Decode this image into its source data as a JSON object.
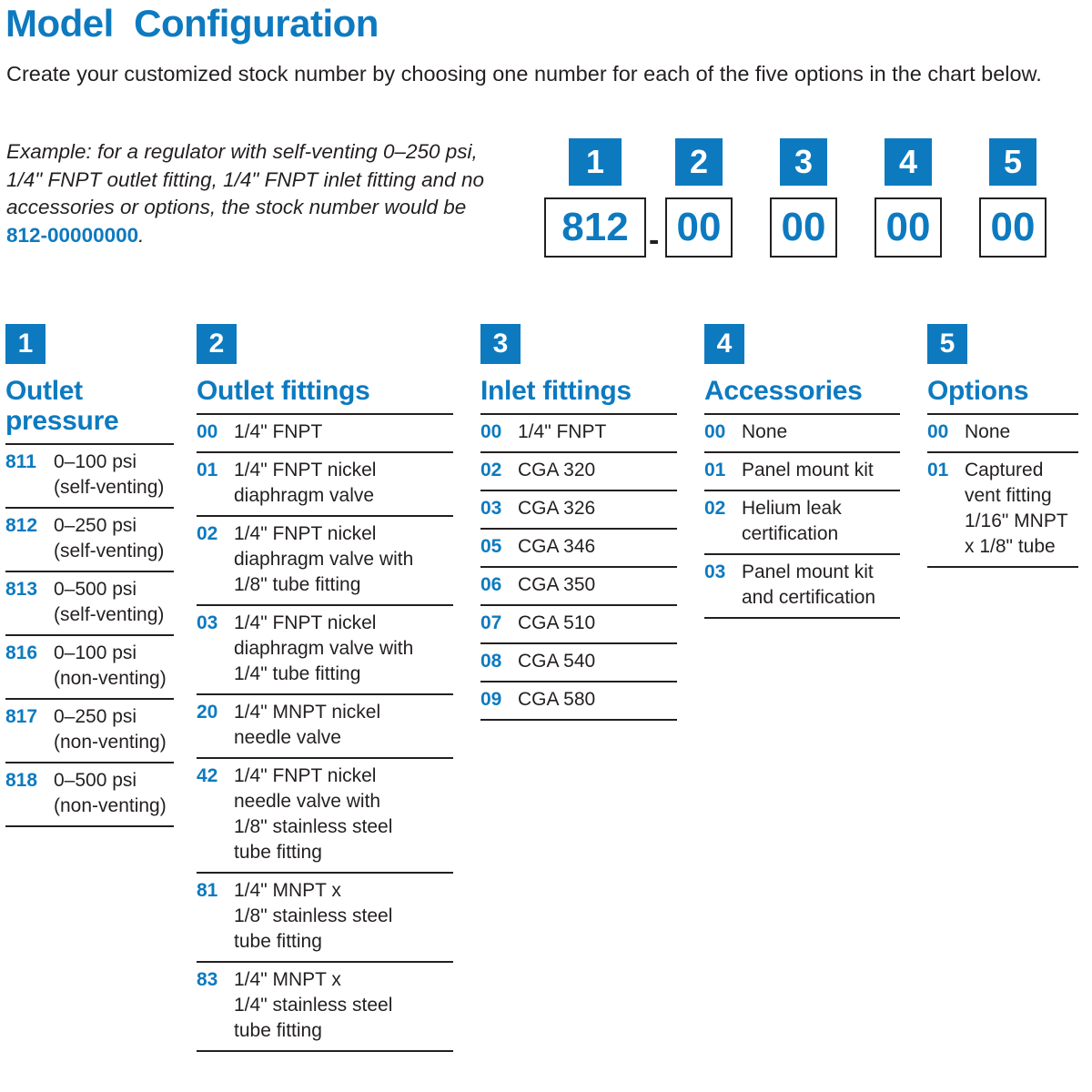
{
  "header": {
    "title": "Model  Configuration",
    "intro": "Create your customized stock number by choosing one number for each of the five options in the chart below.",
    "example_prefix": "Example: for a regulator with self-venting 0–250 psi, 1/4\" FNPT outlet fitting, 1/4\" FNPT inlet fitting and no accessories or options, the stock number would be ",
    "example_stock_number": "812-00000000",
    "example_suffix": "."
  },
  "colors": {
    "brand_blue": "#0d7ac0",
    "text_black": "#231f20",
    "background": "#ffffff"
  },
  "stock_diagram": {
    "separator": "-",
    "slots": [
      {
        "badge": "1",
        "value": "812"
      },
      {
        "badge": "2",
        "value": "00"
      },
      {
        "badge": "3",
        "value": "00"
      },
      {
        "badge": "4",
        "value": "00"
      },
      {
        "badge": "5",
        "value": "00"
      }
    ]
  },
  "columns": [
    {
      "badge": "1",
      "title": "Outlet pressure",
      "rows": [
        {
          "code": "811",
          "desc": "0–100 psi\n(self-venting)"
        },
        {
          "code": "812",
          "desc": "0–250 psi\n(self-venting)"
        },
        {
          "code": "813",
          "desc": "0–500 psi\n(self-venting)"
        },
        {
          "code": "816",
          "desc": "0–100 psi\n(non-venting)"
        },
        {
          "code": "817",
          "desc": "0–250 psi\n(non-venting)"
        },
        {
          "code": "818",
          "desc": "0–500 psi\n(non-venting)"
        }
      ]
    },
    {
      "badge": "2",
      "title": "Outlet fittings",
      "rows": [
        {
          "code": "00",
          "desc": "1/4\" FNPT"
        },
        {
          "code": "01",
          "desc": "1/4\" FNPT nickel\ndiaphragm valve"
        },
        {
          "code": "02",
          "desc": "1/4\" FNPT nickel\ndiaphragm valve with\n1/8\" tube fitting"
        },
        {
          "code": "03",
          "desc": "1/4\" FNPT nickel\ndiaphragm valve with\n1/4\" tube fitting"
        },
        {
          "code": "20",
          "desc": "1/4\" MNPT nickel\nneedle valve"
        },
        {
          "code": "42",
          "desc": "1/4\" FNPT nickel\nneedle valve with\n1/8\" stainless steel\ntube fitting"
        },
        {
          "code": "81",
          "desc": "1/4\" MNPT x\n1/8\" stainless steel\ntube fitting"
        },
        {
          "code": "83",
          "desc": "1/4\" MNPT x\n1/4\" stainless steel\ntube fitting"
        }
      ]
    },
    {
      "badge": "3",
      "title": "Inlet fittings",
      "rows": [
        {
          "code": "00",
          "desc": "1/4\" FNPT"
        },
        {
          "code": "02",
          "desc": "CGA 320"
        },
        {
          "code": "03",
          "desc": "CGA 326"
        },
        {
          "code": "05",
          "desc": "CGA 346"
        },
        {
          "code": "06",
          "desc": "CGA 350"
        },
        {
          "code": "07",
          "desc": "CGA 510"
        },
        {
          "code": "08",
          "desc": "CGA 540"
        },
        {
          "code": "09",
          "desc": "CGA 580"
        }
      ]
    },
    {
      "badge": "4",
      "title": "Accessories",
      "rows": [
        {
          "code": "00",
          "desc": "None"
        },
        {
          "code": "01",
          "desc": "Panel mount kit"
        },
        {
          "code": "02",
          "desc": "Helium leak\ncertification"
        },
        {
          "code": "03",
          "desc": "Panel mount kit\nand certification"
        }
      ]
    },
    {
      "badge": "5",
      "title": "Options",
      "rows": [
        {
          "code": "00",
          "desc": "None"
        },
        {
          "code": "01",
          "desc": "Captured\nvent fitting\n1/16\" MNPT\nx 1/8\" tube"
        }
      ]
    }
  ]
}
